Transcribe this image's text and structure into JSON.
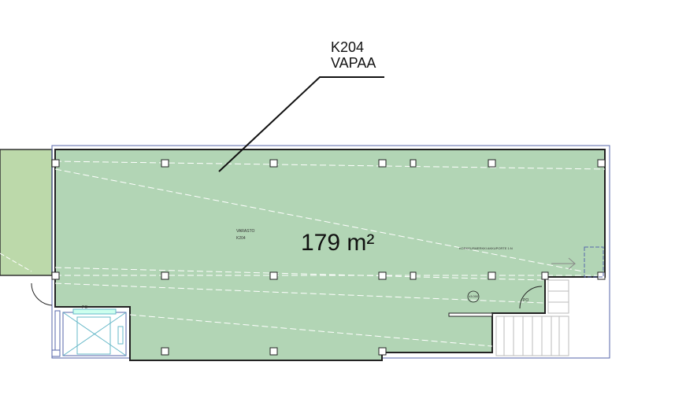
{
  "callout": {
    "unit_id": "K204",
    "status": "VAPAA"
  },
  "room": {
    "name": "VARASTO",
    "code": "K204",
    "area": "179 m²",
    "level_mark": "±3.000",
    "note": "KORKEUSMERKKI AKKUPORTE 1:N"
  },
  "door_labels": [
    "PO",
    "PO"
  ],
  "colors": {
    "room_fill": "#b2d5b5",
    "adjacent_fill": "#bcd9aa",
    "wall": "#222222",
    "outline": "#5566aa"
  }
}
